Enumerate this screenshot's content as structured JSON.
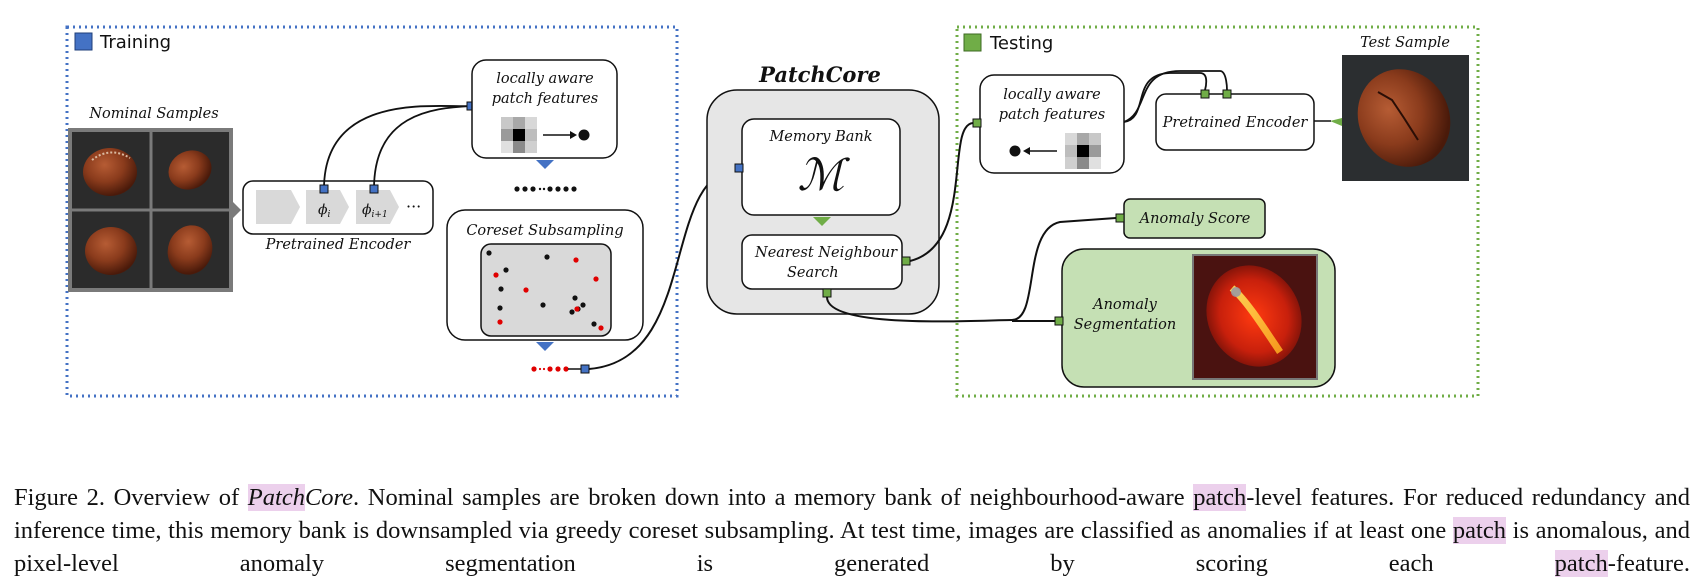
{
  "colors": {
    "training": "#4472c4",
    "testing": "#70ad47",
    "panel_gray": "#e6e6e6",
    "panel_green": "#c5e0b4",
    "red_point": "#e00000"
  },
  "diagram": {
    "title": "PatchCore",
    "training": {
      "label": "Training",
      "nominal_samples": "Nominal Samples",
      "encoder_label": "Pretrained Encoder",
      "phi_i": "ϕ",
      "phi_i_sub": "i",
      "phi_i1": "ϕ",
      "phi_i1_sub": "i+1",
      "ellipsis": "···",
      "patch_features_line1": "locally aware",
      "patch_features_line2": "patch features",
      "coreset_label": "Coreset Subsampling"
    },
    "patchcore": {
      "memory_bank_label": "Memory Bank",
      "memory_symbol": "ℳ",
      "nn_search_line1": "Nearest Neighbour",
      "nn_search_line2": "Search"
    },
    "testing": {
      "label": "Testing",
      "test_sample": "Test Sample",
      "encoder_label": "Pretrained Encoder",
      "patch_features_line1": "locally aware",
      "patch_features_line2": "patch features",
      "anomaly_score": "Anomaly Score",
      "anomaly_seg_line1": "Anomaly",
      "anomaly_seg_line2": "Segmentation"
    }
  },
  "caption": {
    "fig_num": "Figure 2.",
    "pre": " Overview of ",
    "name_a": "Patch",
    "name_b": "Core",
    "s1a": ". Nominal samples are broken down into a memory bank of neighbourhood-aware ",
    "hl1": "patch",
    "s1b": "-level features.",
    "line2": "For reduced redundancy and inference time, this memory bank is downsampled via greedy coreset subsampling. At test time, images are",
    "s3a": "classified as anomalies if at least one ",
    "hl2": "patch",
    "s3b": " is anomalous, and pixel-level anomaly segmentation is generated by scoring each ",
    "hl3": "patch",
    "s3c": "-feature."
  }
}
